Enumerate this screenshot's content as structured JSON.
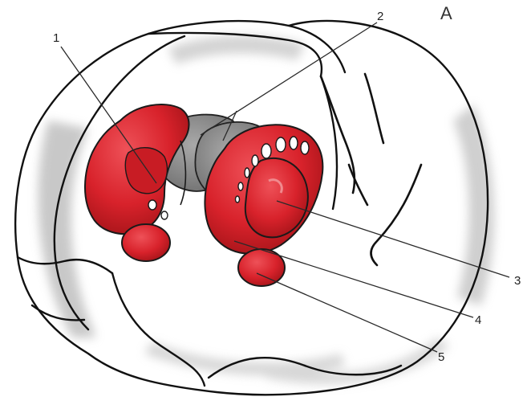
{
  "panel_letter": "A",
  "labels": [
    {
      "id": "1",
      "text": "1"
    },
    {
      "id": "2",
      "text": "2"
    },
    {
      "id": "3",
      "text": "3"
    },
    {
      "id": "4",
      "text": "4"
    },
    {
      "id": "5",
      "text": "5"
    }
  ],
  "colors": {
    "structure_red": "#d8222b",
    "structure_red_dark": "#8e1014",
    "highlight_red": "#f07a7e",
    "thalamus_gray": "#8f8f8f",
    "thalamus_dark": "#5e5e5e",
    "brain_outline": "#111111",
    "brain_shadow": "#bdbdbd"
  }
}
